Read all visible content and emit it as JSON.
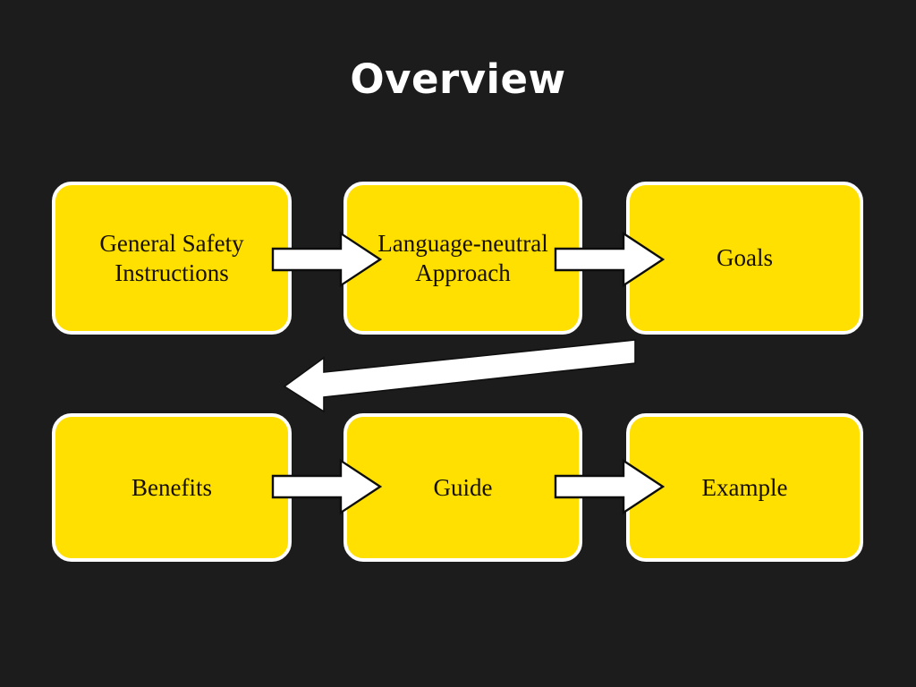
{
  "slide": {
    "title": "Overview",
    "background_color": "#1c1c1c",
    "box_fill_color": "#ffe000",
    "box_border_color": "#ffffff",
    "box_text_color": "#171000",
    "arrow_color": "#ffffff",
    "title_color": "#ffffff"
  },
  "diagram": {
    "type": "flowchart",
    "rows": [
      {
        "row_index": 1,
        "boxes": [
          {
            "id": "general-safety-instructions",
            "label": "General Safety Instructions"
          },
          {
            "id": "language-neutral-approach",
            "label": "Language-neutral Approach"
          },
          {
            "id": "goals",
            "label": "Goals"
          }
        ]
      },
      {
        "row_index": 2,
        "boxes": [
          {
            "id": "benefits",
            "label": "Benefits"
          },
          {
            "id": "guide",
            "label": "Guide"
          },
          {
            "id": "example",
            "label": "Example"
          }
        ]
      }
    ],
    "connectors": [
      {
        "id": "arrow-safety-to-language",
        "from": "general-safety-instructions",
        "to": "language-neutral-approach",
        "direction": "right"
      },
      {
        "id": "arrow-language-to-goals",
        "from": "language-neutral-approach",
        "to": "goals",
        "direction": "right"
      },
      {
        "id": "arrow-goals-to-benefits",
        "from": "goals",
        "to": "benefits",
        "direction": "left"
      },
      {
        "id": "arrow-benefits-to-guide",
        "from": "benefits",
        "to": "guide",
        "direction": "right"
      },
      {
        "id": "arrow-guide-to-example",
        "from": "guide",
        "to": "example",
        "direction": "right"
      }
    ]
  }
}
